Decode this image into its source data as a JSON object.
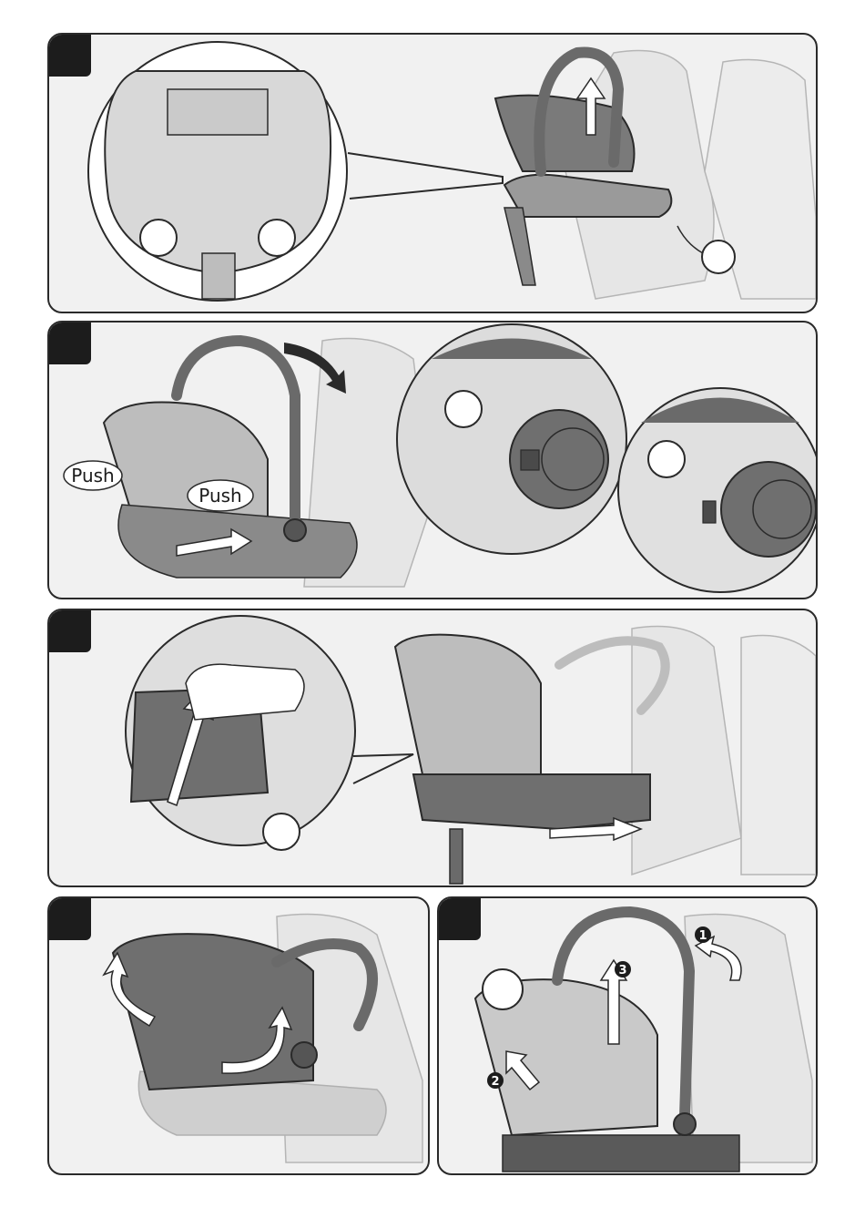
{
  "panels": [
    {
      "id": "1"
    },
    {
      "id": "2",
      "labels": [
        "Push",
        "Push"
      ]
    },
    {
      "id": "3"
    },
    {
      "id": "4"
    },
    {
      "id": "5",
      "steps": [
        "1",
        "2",
        "3"
      ]
    }
  ],
  "colors": {
    "outline": "#2a2a2a",
    "seat_dark": "#6b6b6b",
    "seat_mid": "#9d9d9d",
    "seat_light": "#cfcfcf",
    "background_seat": "#e4e4e4",
    "tab": "#1c1c1c"
  },
  "icons": [
    "arrow-up-icon",
    "arrow-curved-icon",
    "arrow-right-icon",
    "hand-icon",
    "magnifier-circle"
  ]
}
